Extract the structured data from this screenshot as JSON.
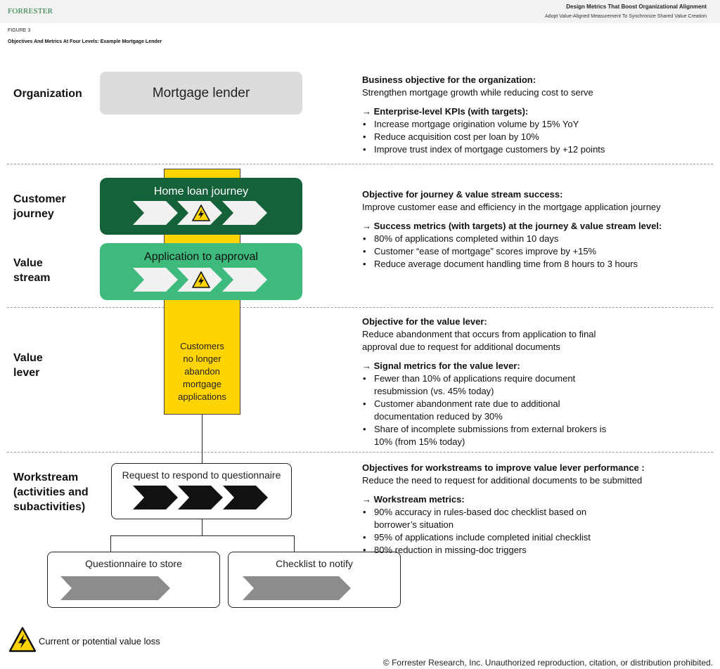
{
  "header": {
    "logo": "FORRESTER",
    "report_title": "Design Metrics That Boost Organizational Alignment",
    "report_subtitle": "Adopt Value-Aligned Measurement To Synchronize Shared Value Creation"
  },
  "figure": {
    "label": "FIGURE 3",
    "title": "Objectives And Metrics At Four Levels: Example Mortgage Lender"
  },
  "levels": {
    "organization": "Organization",
    "customer_journey": [
      "Customer",
      "journey"
    ],
    "value_stream": [
      "Value",
      "stream"
    ],
    "value_lever": [
      "Value",
      "lever"
    ],
    "workstream": [
      "Workstream",
      "(activities and",
      "subactivities)"
    ]
  },
  "diagram": {
    "org_box": "Mortgage lender",
    "journey_box": "Home loan journey",
    "stream_box": "Application to approval",
    "value_lever_text": [
      "Customers",
      "no longer",
      "abandon",
      "mortgage",
      "applications"
    ],
    "workstream_box": "Request to respond to questionnaire",
    "sub_box_1": "Questionnaire to store",
    "sub_box_2": "Checklist to notify"
  },
  "sections": {
    "organization": {
      "heading": "Business objective for the organization:",
      "body": "Strengthen mortgage growth while reducing cost to serve",
      "metrics_heading": "→ Enterprise-level KPIs (with targets):",
      "bullets": [
        "Increase mortgage origination volume by 15% YoY",
        "Reduce acquisition cost per loan by 10%",
        "Improve trust index of mortgage customers by +12 points"
      ]
    },
    "journey": {
      "heading": "Objective for journey & value stream success:",
      "body": "Improve customer ease and efficiency in the mortgage application journey",
      "metrics_heading": "→ Success metrics (with targets) at the journey & value stream level:",
      "bullets": [
        "80% of applications completed within 10 days",
        "Customer “ease of mortgage” scores improve by +15%",
        "Reduce average document handling time from 8 hours to 3 hours"
      ]
    },
    "lever": {
      "heading": "Objective for the value lever:",
      "body": [
        "Reduce abandonment that occurs from application to final",
        "approval due to request for additional documents"
      ],
      "metrics_heading": "→ Signal metrics for the value lever:",
      "bullets": [
        [
          "Fewer than 10% of applications require document",
          "resubmission (vs. 45% today)"
        ],
        [
          "Customer abandonment rate due to additional",
          "documentation reduced by 30%"
        ],
        [
          "Share of incomplete submissions from external brokers is",
          "10% (from 15% today)"
        ]
      ]
    },
    "workstream": {
      "heading": "Objectives for workstreams to improve value lever performance :",
      "body": "Reduce the need to request for additional documents to be submitted",
      "metrics_heading": "→ Workstream metrics:",
      "bullets": [
        [
          "90% accuracy in rules-based doc checklist based on",
          "borrower’s situation"
        ],
        [
          "95% of applications include completed initial checklist"
        ],
        [
          "80% reduction in missing-doc triggers"
        ]
      ]
    }
  },
  "legend": {
    "icon": "lightning-warning-icon",
    "text": "Current or potential value loss"
  },
  "footer": "© Forrester Research, Inc. Unauthorized reproduction, citation, or distribution prohibited.",
  "colors": {
    "journey_green": "#14613a",
    "stream_green": "#3dba7c",
    "lever_yellow": "#ffd400",
    "org_gray": "#dcdcdc",
    "chevron_white": "#f1f1f1",
    "chevron_black": "#111111",
    "chevron_gray": "#8c8c8c"
  }
}
